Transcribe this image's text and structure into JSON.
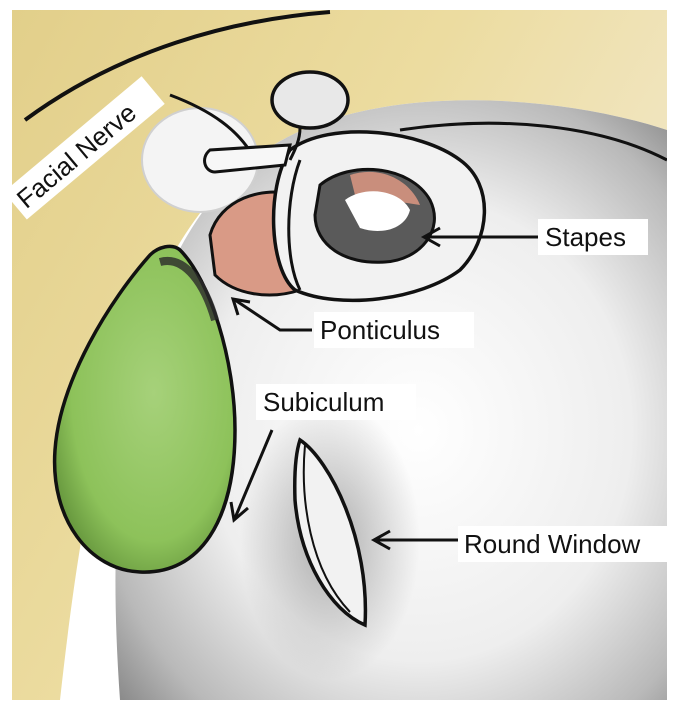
{
  "labels": {
    "facial_nerve": "Facial Nerve",
    "stapes": "Stapes",
    "ponticulus": "Ponticulus",
    "subiculum": "Subiculum",
    "round_window": "Round Window"
  },
  "colors": {
    "background": "#ffffff",
    "bone_yellow": "#e7d48a",
    "promontory_gray": "#9a9a9a",
    "structure_white": "#f4f4f4",
    "oval_green": "#8dc25a",
    "ponticulus_pink": "#d99a86",
    "outline": "#111111"
  }
}
